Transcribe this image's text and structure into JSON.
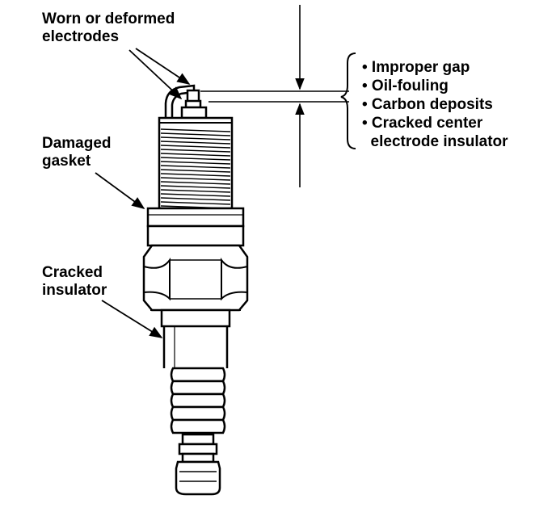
{
  "labels": {
    "electrodes": [
      "Worn or deformed",
      "electrodes"
    ],
    "gasket": [
      "Damaged",
      "gasket"
    ],
    "insulator": [
      "Cracked",
      "insulator"
    ]
  },
  "faults": [
    "• Improper gap",
    "• Oil-fouling",
    "• Carbon deposits",
    "• Cracked center",
    "  electrode insulator"
  ]
}
